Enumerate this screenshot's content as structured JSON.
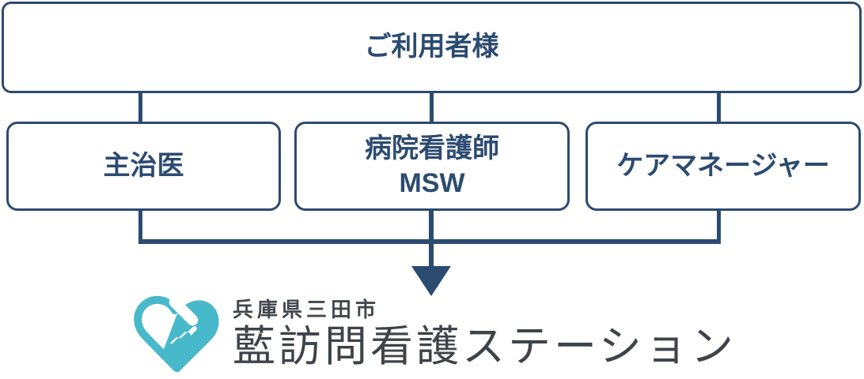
{
  "diagram": {
    "top_box": {
      "label": "ご利用者様"
    },
    "row_boxes": [
      {
        "id": "attending-doctor",
        "lines": [
          "主治医"
        ]
      },
      {
        "id": "hospital-nurse-msw",
        "lines": [
          "病院看護師",
          "MSW"
        ]
      },
      {
        "id": "care-manager",
        "lines": [
          "ケアマネージャー"
        ]
      }
    ],
    "flow": {
      "arrow_icon": "arrow-down-icon",
      "description_colors": {
        "line_navy": "#2c4b70",
        "box_border_navy": "#2c4b70",
        "box_text_navy": "#2c4b70"
      }
    },
    "logo": {
      "icon": "heart-handshake-icon",
      "icon_color": "#48b8cb",
      "region": "兵庫県三田市",
      "name": "藍訪問看護ステーション",
      "text_color": "#43484e"
    }
  }
}
